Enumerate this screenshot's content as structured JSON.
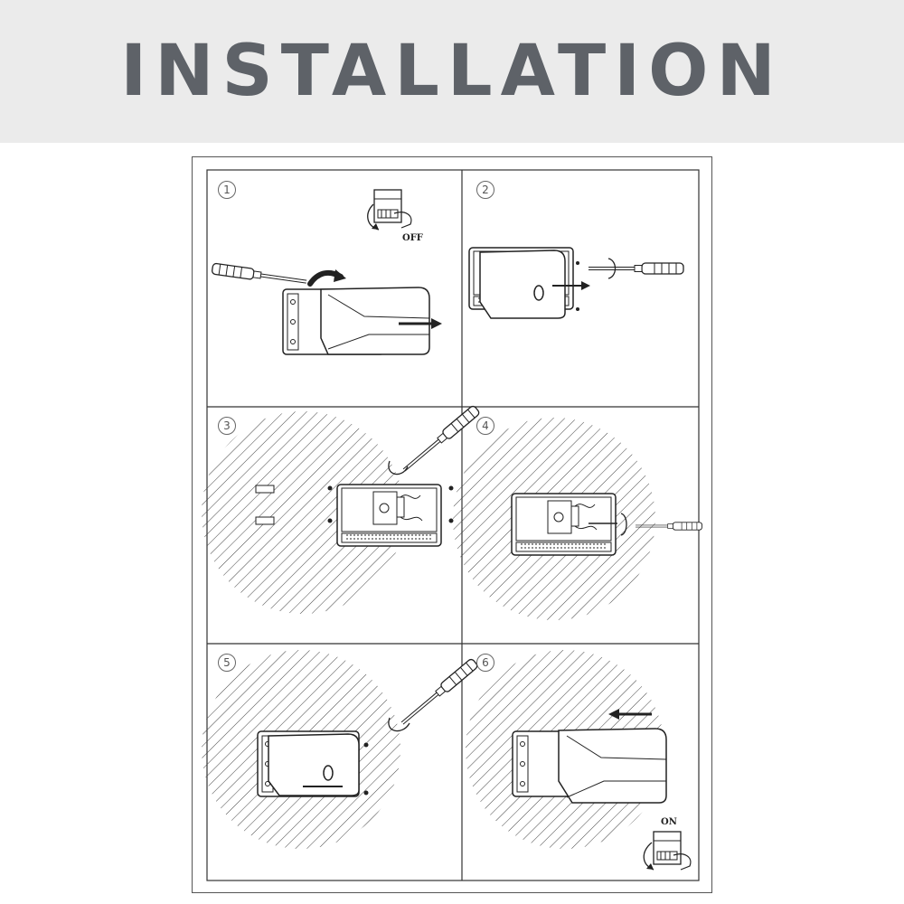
{
  "header": {
    "title": "INSTALLATION"
  },
  "steps": [
    {
      "number": "1",
      "switch_label": "OFF"
    },
    {
      "number": "2"
    },
    {
      "number": "3"
    },
    {
      "number": "4"
    },
    {
      "number": "5"
    },
    {
      "number": "6",
      "switch_label": "ON"
    }
  ],
  "colors": {
    "banner_bg": "#ebebeb",
    "title": "#5e6268",
    "line": "#333333"
  }
}
